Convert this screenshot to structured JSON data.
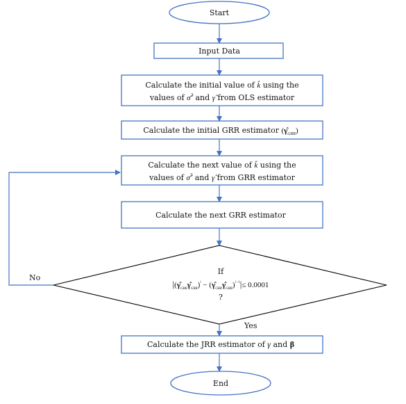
{
  "colors": {
    "stroke": "#4472C4",
    "text": "#111111",
    "background": "#ffffff"
  },
  "nodes": {
    "start": "Start",
    "input": "Input Data",
    "initial_k": {
      "line1_pre": "Calculate the initial value of ",
      "line1_var": "k̂",
      "line1_post": " using the",
      "line2_pre": "values of ",
      "line2_sigma": "σ̂",
      "line2_mid": " and ",
      "line2_gamma": "γ̂",
      "line2_post": " from OLS estimator"
    },
    "initial_grr": {
      "text_pre": "Calculate the initial GRR estimator ",
      "math_open": "(",
      "math_gamma": "γ̂",
      "math_sub": "GRR",
      "math_close": ")"
    },
    "next_k": {
      "line1_pre": "Calculate the next value of ",
      "line1_var": "k̂",
      "line1_post": " using the",
      "line2_pre": "values of ",
      "line2_sigma": "σ̂",
      "line2_mid": " and ",
      "line2_gamma": "γ̂",
      "line2_post": " from GRR estimator"
    },
    "next_grr": "Calculate the next GRR estimator",
    "decision": {
      "line1": "If",
      "formula_bar_l": "|",
      "formula_open1": "(",
      "formula_g1": "γ̂",
      "formula_sub1": "GRR",
      "formula_g2": "γ̂",
      "formula_sub2": "GRR",
      "formula_close1": ")",
      "formula_sup1": "i",
      "formula_minus": " − ",
      "formula_open2": "(",
      "formula_g3": "γ̂",
      "formula_sub3": "GRR",
      "formula_g4": "γ̂",
      "formula_sub4": "GRR",
      "formula_close2": ")",
      "formula_sup2": "i−1",
      "formula_bar_r": "|",
      "formula_rel": "≤ 0.0001",
      "line3": "?"
    },
    "jrr": {
      "text_pre": "Calculate the JRR estimator of ",
      "var_gamma": "γ",
      "mid": " and ",
      "var_beta": "β"
    },
    "end": "End"
  },
  "labels": {
    "no": "No",
    "yes": "Yes"
  }
}
